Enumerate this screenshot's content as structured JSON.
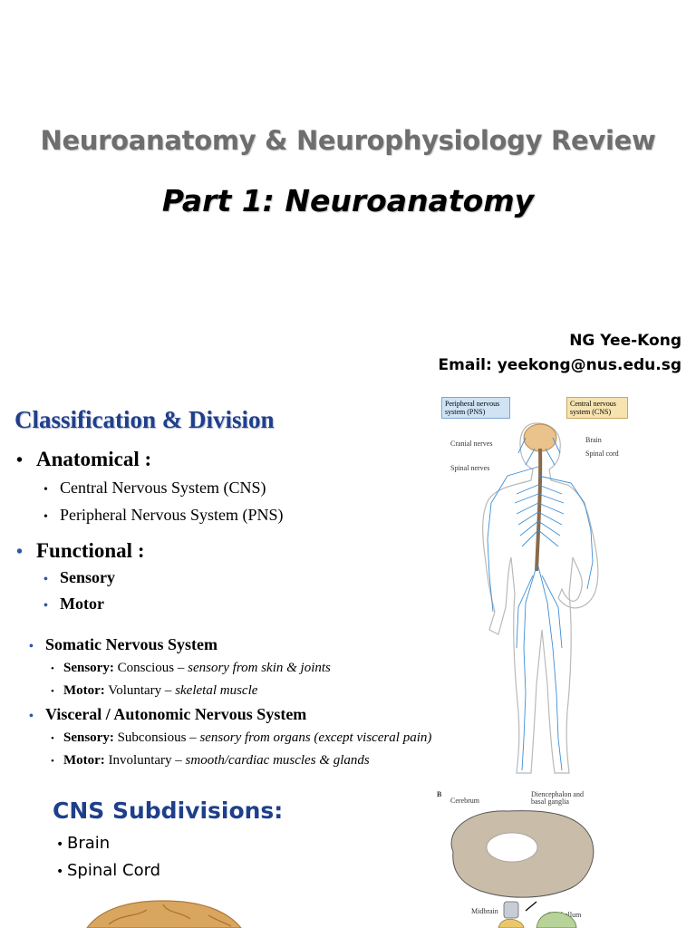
{
  "title_slide": {
    "main_title": "Neuroanatomy & Neurophysiology Review",
    "subtitle": "Part 1: Neuroanatomy",
    "author": "NG Yee-Kong",
    "email": "Email: yeekong@nus.edu.sg"
  },
  "classification": {
    "title": "Classification & Division",
    "anatomical": {
      "label": "Anatomical :",
      "items": [
        "Central Nervous System (CNS)",
        "Peripheral Nervous System (PNS)"
      ]
    },
    "functional": {
      "label": "Functional :",
      "items": [
        "Sensory",
        "Motor"
      ]
    },
    "somatic": {
      "label": "Somatic Nervous System",
      "sensory_label": "Sensory:",
      "sensory_plain": " Conscious – ",
      "sensory_italic": "sensory from skin & joints",
      "motor_label": "Motor:",
      "motor_plain": " Voluntary – ",
      "motor_italic": "skeletal muscle"
    },
    "visceral": {
      "label": "Visceral / Autonomic Nervous System",
      "sensory_label": "Sensory:",
      "sensory_plain": " Subconsious – ",
      "sensory_italic": "sensory from organs  (except visceral pain)",
      "motor_label": "Motor:",
      "motor_plain": " Involuntary – ",
      "motor_italic": "smooth/cardiac muscles & glands"
    }
  },
  "figure_body": {
    "pns_box": "Peripheral nervous system (PNS)",
    "cns_box": "Central nervous system (CNS)",
    "labels": [
      "Cranial nerves",
      "Spinal nerves",
      "Brain",
      "Spinal cord"
    ]
  },
  "cns_sub": {
    "title": "CNS  Subdivisions:",
    "items": [
      "Brain",
      "Spinal Cord"
    ]
  },
  "figure_brain": {
    "panel": "B",
    "labels": [
      "Cerebrum",
      "Diencephalon and basal ganglia",
      "Midbrain",
      "Cerebellum"
    ]
  },
  "colors": {
    "heading_blue": "#1f3f8a",
    "bullet_blue": "#2c58a6",
    "nerve_blue": "#3d8fd6"
  }
}
